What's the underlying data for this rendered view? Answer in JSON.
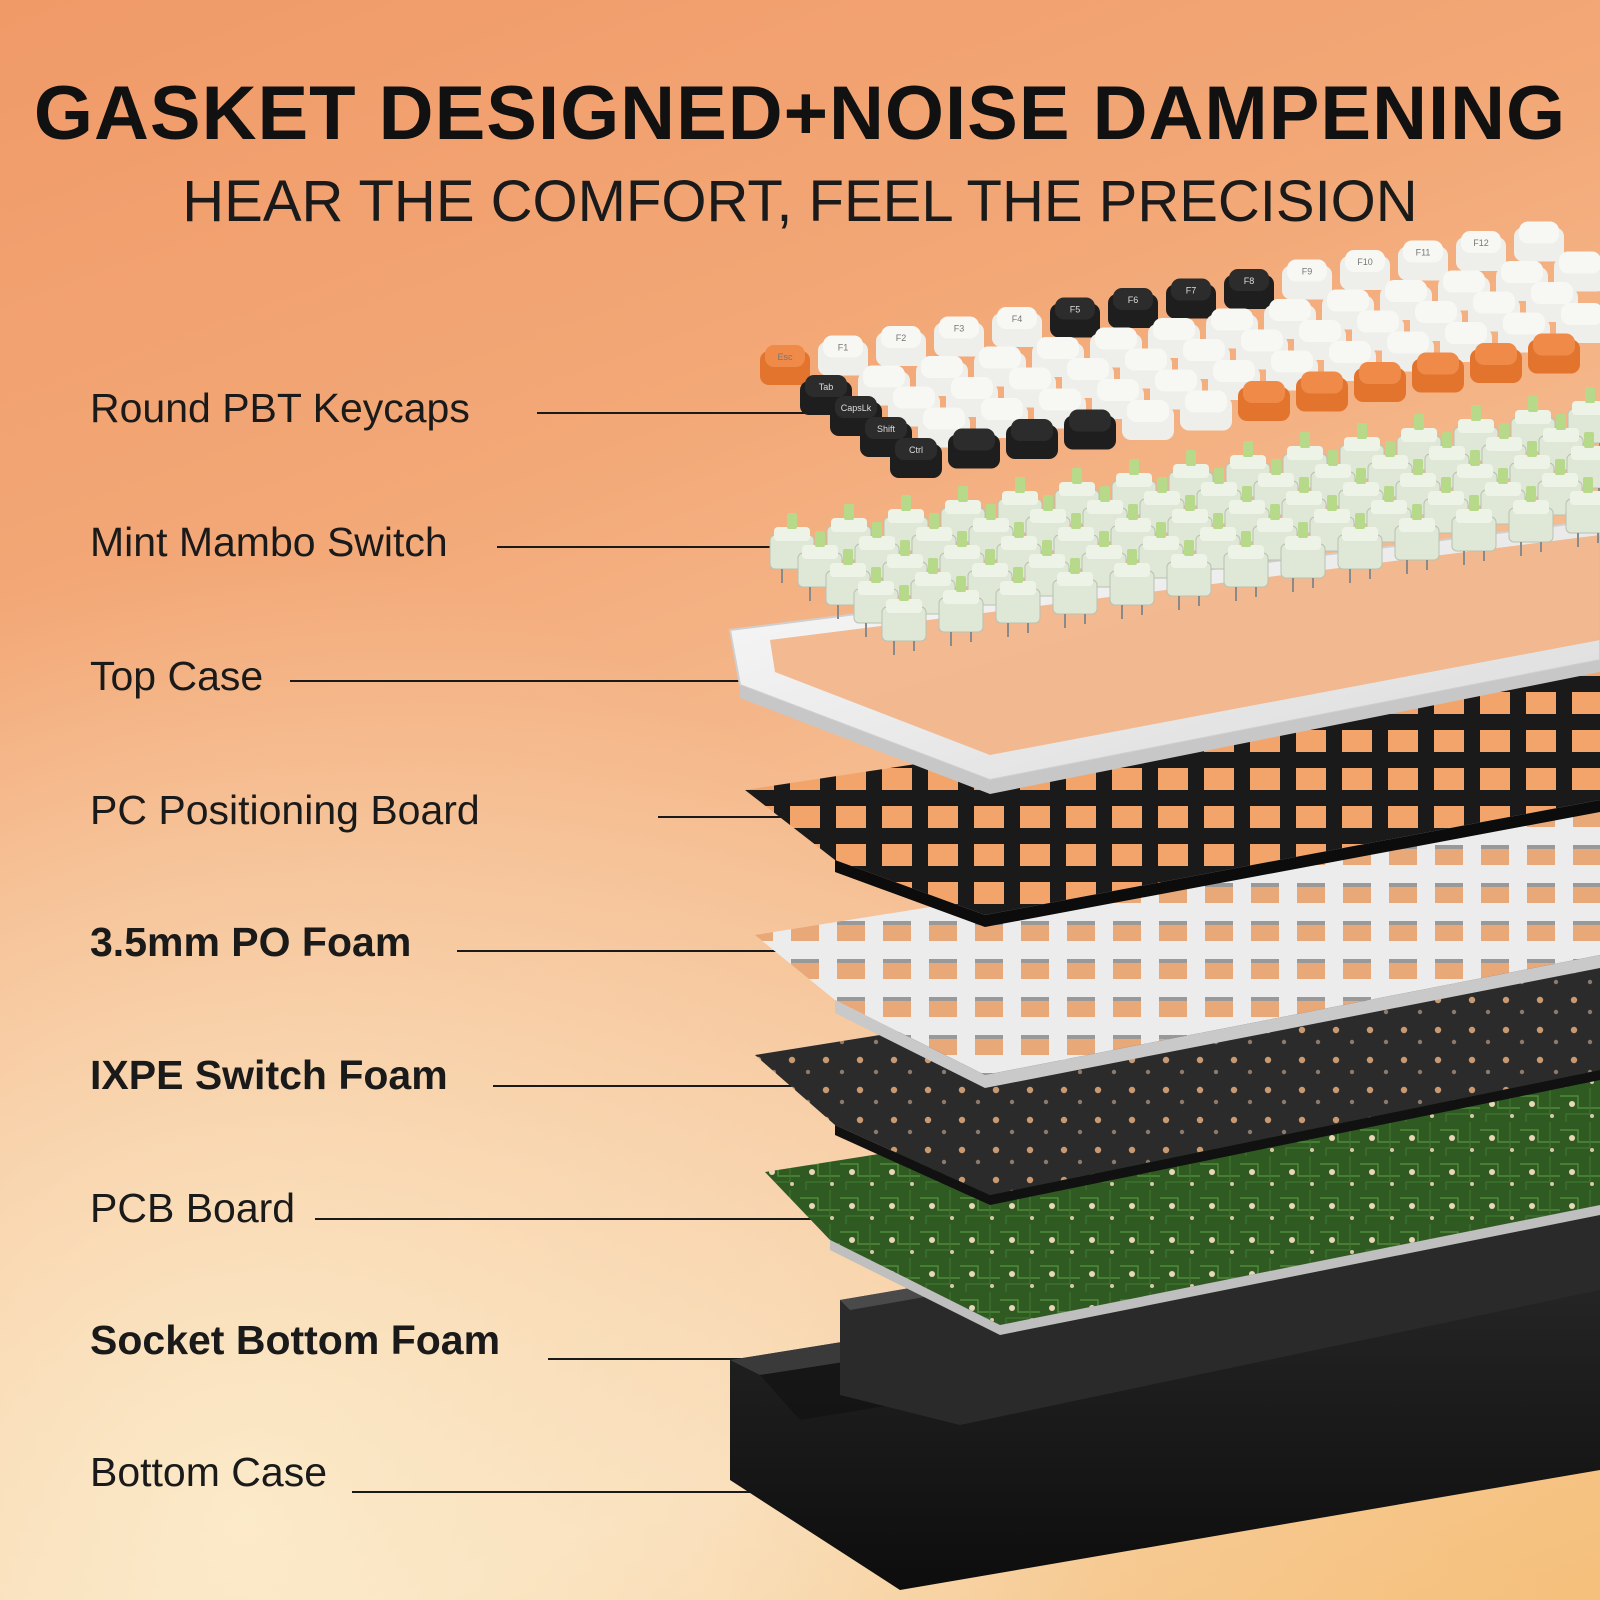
{
  "header": {
    "title": "GASKET DESIGNED+NOISE DAMPENING",
    "subtitle": "HEAR THE COMFORT, FEEL THE PRECISION"
  },
  "layers": [
    {
      "label": "Round PBT Keycaps",
      "bold": false
    },
    {
      "label": "Mint Mambo Switch",
      "bold": false
    },
    {
      "label": "Top Case",
      "bold": false
    },
    {
      "label": "PC Positioning Board",
      "bold": false
    },
    {
      "label": "3.5mm PO Foam",
      "bold": true
    },
    {
      "label": "IXPE Switch Foam",
      "bold": true
    },
    {
      "label": "PCB Board",
      "bold": false
    },
    {
      "label": "Socket Bottom Foam",
      "bold": true
    },
    {
      "label": "Bottom Case",
      "bold": false
    }
  ],
  "keycaps": {
    "fn_keys": [
      "Esc",
      "F1",
      "F2",
      "F3",
      "F4",
      "F5",
      "F6",
      "F7",
      "F8",
      "F9",
      "F10",
      "F11",
      "F12"
    ],
    "mod_keys": [
      "Tab",
      "CapsLk",
      "Shift",
      "Ctrl"
    ]
  },
  "colors": {
    "keycap_white": "#eeeeea",
    "keycap_black": "#1e1e1e",
    "keycap_orange": "#e2742e",
    "switch_mint": "#dfe8d6",
    "switch_stem": "#b7d98a",
    "top_case": "#f2f2f2",
    "plate": "#1a1a1a",
    "po_foam": "#ececec",
    "ixpe_foam": "#2a2a2a",
    "pcb": "#2e5a20",
    "bottom_case": "#161616"
  }
}
